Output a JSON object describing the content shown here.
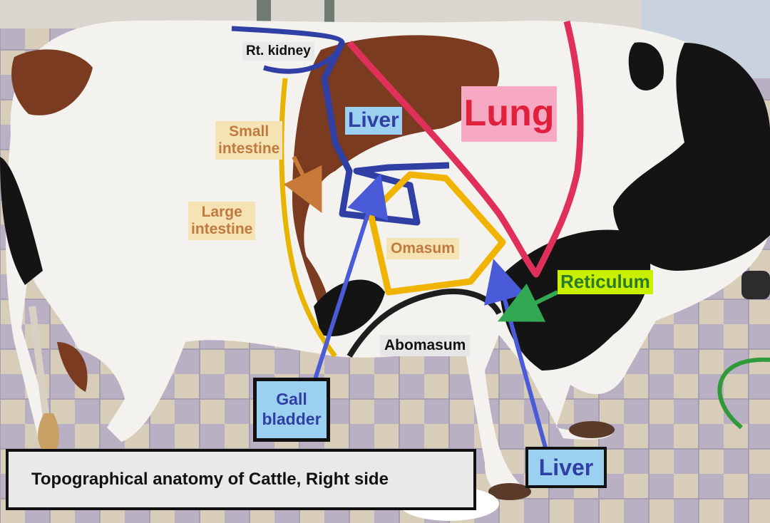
{
  "labels": {
    "rt_kidney": "Rt. kidney",
    "liver_upper": "Liver",
    "lung": "Lung",
    "small_intestine_line1": "Small",
    "small_intestine_line2": "intestine",
    "large_intestine_line1": "Large",
    "large_intestine_line2": "intestine",
    "omasum": "Omasum",
    "reticulum": "Reticulum",
    "abomasum": "Abomasum",
    "gall_bladder_line1": "Gall",
    "gall_bladder_line2": "bladder",
    "liver_lower": "Liver"
  },
  "caption": "Topographical anatomy of Cattle, Right side",
  "colors": {
    "liver_outline": "#2f3fa3",
    "lung_outline": "#e0305a",
    "intestine_outline": "#e8b400",
    "omasum_outline": "#f0b400",
    "abomasum_outline": "#1e1e1e",
    "reticulum_arrow": "#33a852",
    "pointer_arrow": "#4a5bd8",
    "small_intestine_arrow": "#c87a3a",
    "lung_label_bg": "#f7a9c4",
    "lung_label_text": "#e0203c",
    "liver_label_bg": "#9cd0f0",
    "omasum_label_bg": "#f6e3b4",
    "omasum_label_text": "#c07a40",
    "reticulum_label_bg": "#c8f000",
    "reticulum_label_text": "#2a7a2a",
    "abomasum_label_bg": "#e6e6e6",
    "kidney_label_bg": "#e8e8e8"
  }
}
